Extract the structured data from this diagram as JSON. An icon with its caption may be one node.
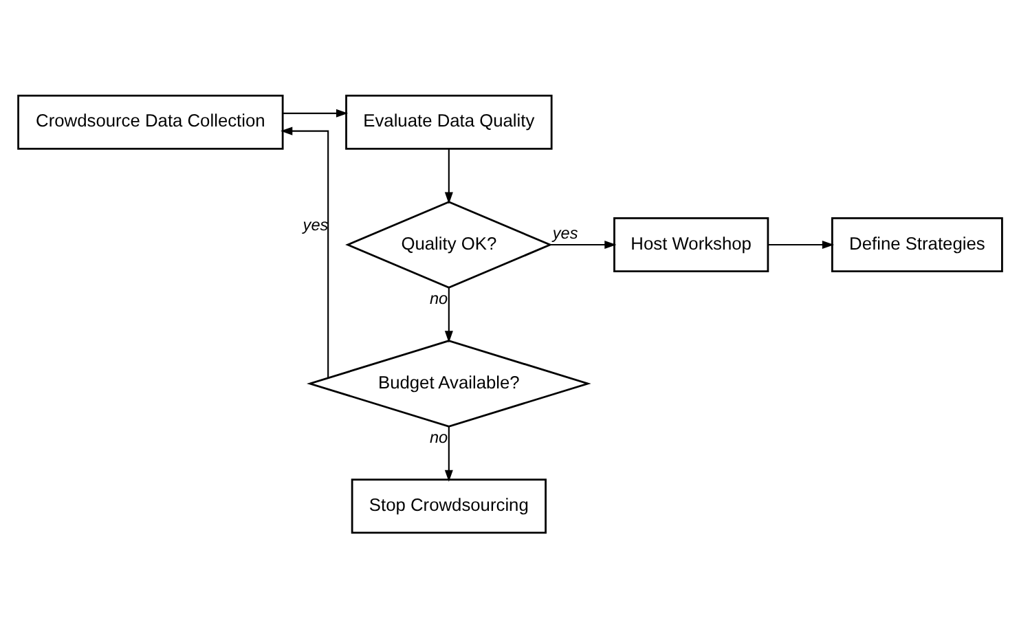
{
  "diagram": {
    "nodes": [
      {
        "text": [
          "Crowdsource Data Collection"
        ]
      },
      {
        "text": [
          "Evaluate Data Quality"
        ]
      },
      {
        "text": [
          "Quality OK?"
        ]
      },
      {
        "text": [
          "Host Workshop"
        ]
      },
      {
        "text": [
          "Define Strategies"
        ]
      },
      {
        "text": [
          "Budget Available?"
        ]
      },
      {
        "text": [
          "Stop Crowdsourcing"
        ]
      }
    ],
    "edges": [
      {
        "from": 0,
        "to": 1,
        "arrow": "to"
      },
      {
        "from": 1,
        "to": 2,
        "arrow": "to"
      },
      {
        "from": 2,
        "to": 3,
        "arrow": "to",
        "label": "yes"
      },
      {
        "from": 3,
        "to": 4,
        "arrow": "to"
      },
      {
        "from": 2,
        "to": 5,
        "arrow": "to",
        "label": "no"
      },
      {
        "from": 5,
        "to": 0,
        "arrow": "to",
        "label": "yes"
      },
      {
        "from": 5,
        "to": 6,
        "arrow": "to",
        "label": "no"
      }
    ]
  }
}
